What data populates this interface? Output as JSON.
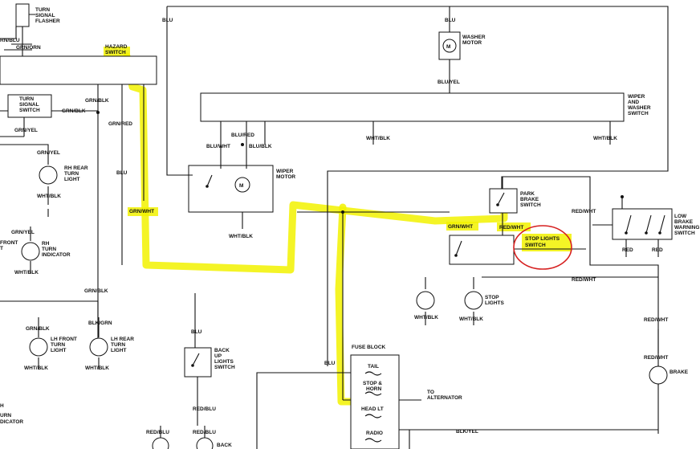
{
  "labels": {
    "turn_signal_flasher": [
      "TURN",
      "SIGNAL",
      "FLASHER"
    ],
    "rn_blu": "RN/BLU",
    "grn_orn": "GRN/ORN",
    "hazard_switch": [
      "HAZARD",
      "SWITCH"
    ],
    "blu": "BLU",
    "turn_signal_switch": [
      "TURN",
      "SIGNAL",
      "SWITCH"
    ],
    "grn_blk": "GRN/BLK",
    "grn_red": "GRN/RED",
    "grn_yel": "GRN/YEL",
    "rh_rear_turn_light": [
      "RH REAR",
      "TURN",
      "LIGHT"
    ],
    "wht_blk": "WHT/BLK",
    "rh_front_turn": [
      "FRONT",
      "T"
    ],
    "rh_turn_indicator": [
      "RH",
      "TURN",
      "INDICATOR"
    ],
    "grn_wht": "GRN/WHT",
    "washer_motor": [
      "WASHER",
      "MOTOR"
    ],
    "blu_yel": "BLU/YEL",
    "wiper_washer_switch": [
      "WIPER",
      "AND",
      "WASHER",
      "SWITCH"
    ],
    "blu_red": "BLU/RED",
    "blu_wht": "BLU/WHT",
    "blu_blk": "BLU/BLK",
    "wiper_motor": [
      "WIPER",
      "MOTOR"
    ],
    "park_brake_switch": [
      "PARK",
      "BRAKE",
      "SWITCH"
    ],
    "red_wht": "RED/WHT",
    "stop_lights_switch": [
      "STOP LIGHTS",
      "SWITCH"
    ],
    "stop_lights": [
      "STOP",
      "LIGHTS"
    ],
    "low_brake_warning_switch": [
      "LOW",
      "BRAKE",
      "WARNING",
      "SWITCH"
    ],
    "red": "RED",
    "brake": "BRAKE",
    "blk_grn": "BLK/GRN",
    "lh_front_turn_light": [
      "LH FRONT",
      "TURN",
      "LIGHT"
    ],
    "lh_rear_turn_light": [
      "LH REAR",
      "TURN",
      "LIGHT"
    ],
    "back_up_lights_switch": [
      "BACK",
      "UP",
      "LIGHTS",
      "SWITCH"
    ],
    "red_blu": "RED/BLU",
    "fuse_block": "FUSE BLOCK",
    "tail": "TAIL",
    "stop_horn": [
      "STOP &",
      "HORN"
    ],
    "to_alternator": [
      "TO",
      "ALTERNATOR"
    ],
    "head_lt": "HEAD LT",
    "radio": "RADIO",
    "blk_yel": "BLK/YEL",
    "lh_turn_indicator": [
      "H",
      "URN",
      "DICATOR"
    ],
    "back": "BACK",
    "motor_symbol": "M"
  },
  "colors": {
    "highlight": "#f2f200",
    "circle": "#d62020",
    "ink": "#111111"
  }
}
